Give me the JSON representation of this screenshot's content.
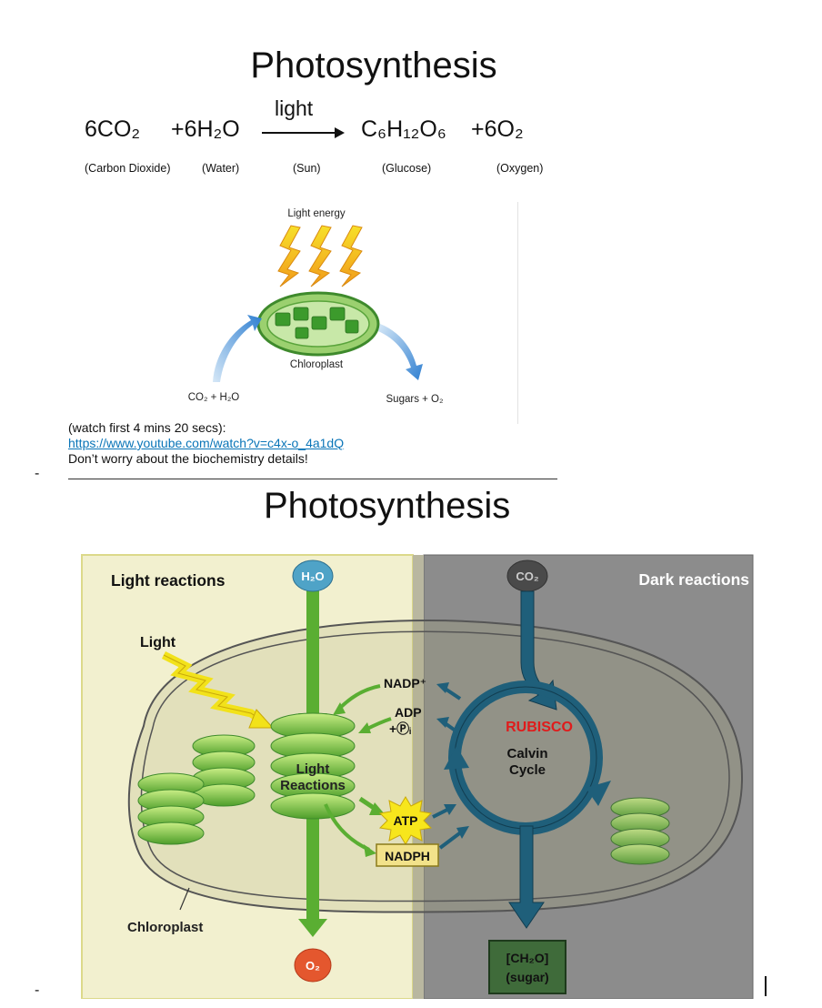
{
  "slide1": {
    "title": "Photosynthesis",
    "equation": {
      "reactant1": "6CO₂",
      "reactant2": "+6H₂O",
      "arrow_label": "light",
      "product1": "C₆H₁₂O₆",
      "product2": "+6O₂"
    },
    "labels": {
      "co2": "(Carbon Dioxide)",
      "water": "(Water)",
      "sun": "(Sun)",
      "glucose": "(Glucose)",
      "oxygen": "(Oxygen)"
    },
    "diagram": {
      "light_energy": "Light energy",
      "chloroplast": "Chloroplast",
      "input": "CO₂ + H₂O",
      "output": "Sugars + O₂"
    },
    "note_line1": "(watch first 4 mins 20 secs):",
    "link": "https://www.youtube.com/watch?v=c4x-o_4a1dQ",
    "note_line2": "Don’t worry about the biochemistry details!"
  },
  "bullet_dash": "-",
  "slide2": {
    "title": "Photosynthesis",
    "light_reactions_header": "Light reactions",
    "dark_reactions_header": "Dark reactions",
    "h2o": "H₂O",
    "co2": "CO₂",
    "o2": "O₂",
    "light": "Light",
    "light_reactions_line1": "Light",
    "light_reactions_line2": "Reactions",
    "nadp": "NADP⁺",
    "adp": "ADP",
    "pi": "+Ⓟᵢ",
    "atp": "ATP",
    "nadph": "NADPH",
    "rubisco": "RUBISCO",
    "calvin_line1": "Calvin",
    "calvin_line2": "Cycle",
    "chloroplast": "Chloroplast",
    "sugar_line1": "[CH₂O]",
    "sugar_line2": "(sugar)"
  },
  "colors": {
    "link": "#0a75b8",
    "light_panel": "#f2f0cf",
    "dark_panel": "#8c8c8c",
    "green_arrow": "#5aae32",
    "blue_cycle": "#1f5f7a",
    "rubisco_red": "#e01b1b",
    "h2o_circle": "#4fa3c7",
    "o2_circle": "#e4572e"
  }
}
